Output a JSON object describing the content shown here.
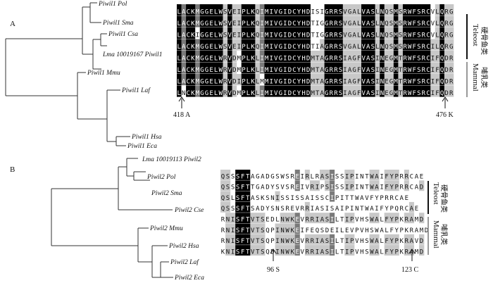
{
  "panel_a": {
    "letter": "A",
    "leaves": [
      {
        "name": "Piwil1 Pol"
      },
      {
        "name": "Piwil1 Sma"
      },
      {
        "name": "Piwil1 Csa"
      },
      {
        "name": "Lma 10019167 Piwil1"
      },
      {
        "name": "Piwil1 Mmu"
      },
      {
        "name": "Piwil1 Laf"
      },
      {
        "name": "Piwil1 Hsa"
      },
      {
        "name": "Piwil1 Eca"
      }
    ],
    "sequences": [
      "LACKMGGELWSVEIPLKQIMIVGIDCYHDISIGRRSVGALVASLNQSMSRWFSRCVLQRG",
      "LACKMGGELWSVEIPLKQIMIVGIDCYHDTIGGRRSVGALVASLNQSMSRWFSRCVLQRG",
      "LACKIGGELWSVEIPLKQIMIVGIDCYHDTIGGRRSVGALVASLNQSMSRWFSRCVLQRG",
      "LACKMGGELWSVEIPLKQIMIVGIDCYHDTIAGRRSVGALVASLNQSMSRWFSRCILQRG",
      "LACKMGGELWRVDMPLKLIMIVGIDCYHDMTAGRRSIAGFVASINEGMTRWFSRCIFQDR",
      "LACKMGGELWRVDMPLKLIMIVGIDCYHDMTAGRRSIAGFVASINEGMTRWFSRCIFQDR",
      "LACKMGGELWRVDIPLKLMMIVGIDCYHDMTAGRRSIAGFVASINEGMTRWFSRCIFQDR",
      "LNCKMGGELWRVDMPLKLIMIVGIDCYHDMTAGRRSIAGFVASINEGMTRWFSRCIFQDR"
    ],
    "group_teleost_cn": "硬骨鱼类",
    "group_teleost_en": "Teleost",
    "group_mammal_cn": "哺乳类",
    "group_mammal_en": "Mammal",
    "marker_left": "418 A",
    "marker_right": "476 K"
  },
  "panel_b": {
    "letter": "B",
    "leaves": [
      {
        "name": "Lma 10019113 Piwil2"
      },
      {
        "name": "Piwil2 Pol"
      },
      {
        "name": "Piwil2 Sma"
      },
      {
        "name": "Piwil2 Cse"
      },
      {
        "name": "Piwil2 Mmu"
      },
      {
        "name": "Piwil2 Hsa"
      },
      {
        "name": "Piwil2 Laf"
      },
      {
        "name": "Piwil2 Eca"
      }
    ],
    "sequences": [
      "QSSSFTAGADGSWSREIRLRASISSIPINTWAIFYPRRCAE",
      "QSSSFTTGADYSVSREIVRIPSISSIPINTWAIFYPRRCAD",
      "QSLSFTASKSNISSISSAISSCIPITTWAVFYPRRCAE",
      "QSSSFTSADYSNSREVRRIASISAIPINTWAIFYPQRCAE",
      "RNISFTVTSEDLNWKEVRRIASILTIPVHSWALFYPKRAMD",
      "RNISFTVTSQPINWKEIFEQSDEILEVPVHSWALFYPKRAMD",
      "RNISFTVTSQPINWKEVRRIASILTIPVHSWALFYPKRAVD",
      "KNISFTVTSQDINWKEVRRIASILTIPVHSWALFYPKRAMD"
    ],
    "group_teleost_cn": "硬骨鱼类",
    "group_teleost_en": "Teleost",
    "group_mammal_cn": "哺乳类",
    "group_mammal_en": "Mammal",
    "marker_left": "96 S",
    "marker_right": "123 C"
  }
}
